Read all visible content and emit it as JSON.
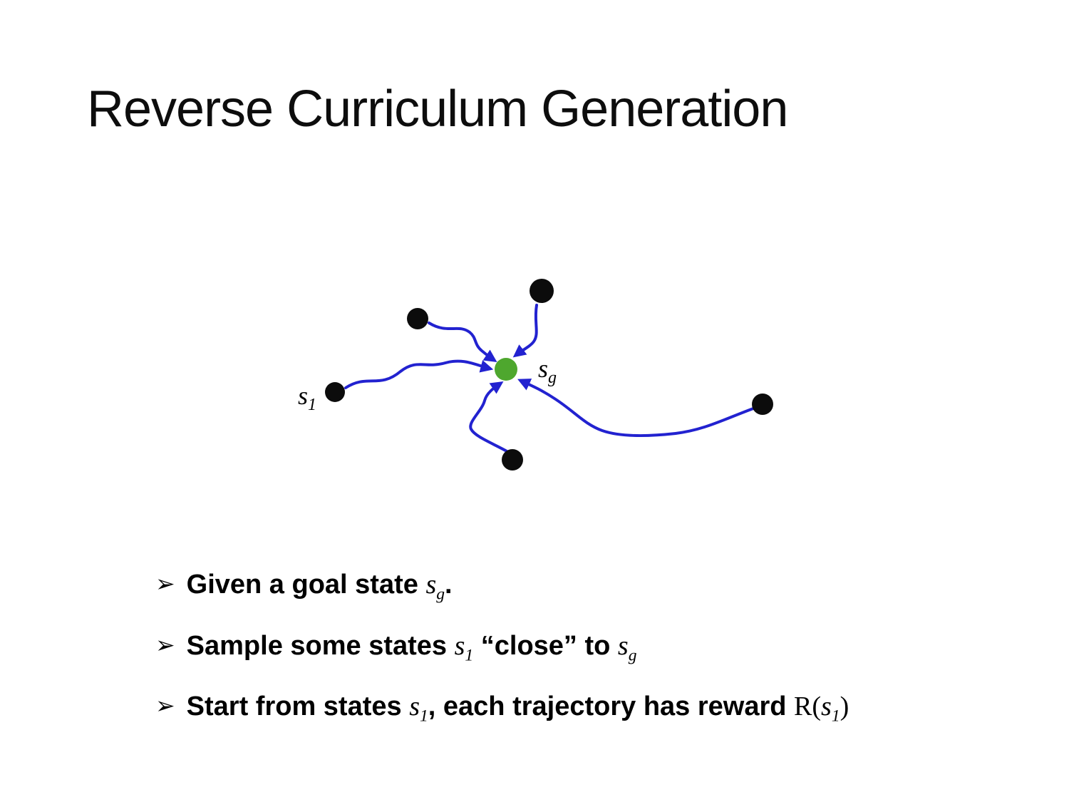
{
  "slide": {
    "title": "Reverse Curriculum Generation"
  },
  "diagram": {
    "goal_label": {
      "var": "s",
      "sub": "g"
    },
    "start_label": {
      "var": "s",
      "sub": "1"
    },
    "colors": {
      "edge": "#2222d0",
      "goal_node": "#4ea72e",
      "state_node": "#0c0c0c"
    }
  },
  "bullets": {
    "marker": "➢",
    "b1": {
      "pre": "Given a goal state ",
      "var": "s",
      "sub": "g",
      "post": "."
    },
    "b2": {
      "pre": "Sample some states ",
      "var1": "s",
      "sub1": "1",
      "mid": " “close” to ",
      "var2": "s",
      "sub2": "g"
    },
    "b3": {
      "pre": "Start from states ",
      "var1": "s",
      "sub1": "1",
      "mid": ", each trajectory has reward ",
      "fn_open": "R(",
      "var2": "s",
      "sub2": "1",
      "fn_close": ")"
    }
  }
}
